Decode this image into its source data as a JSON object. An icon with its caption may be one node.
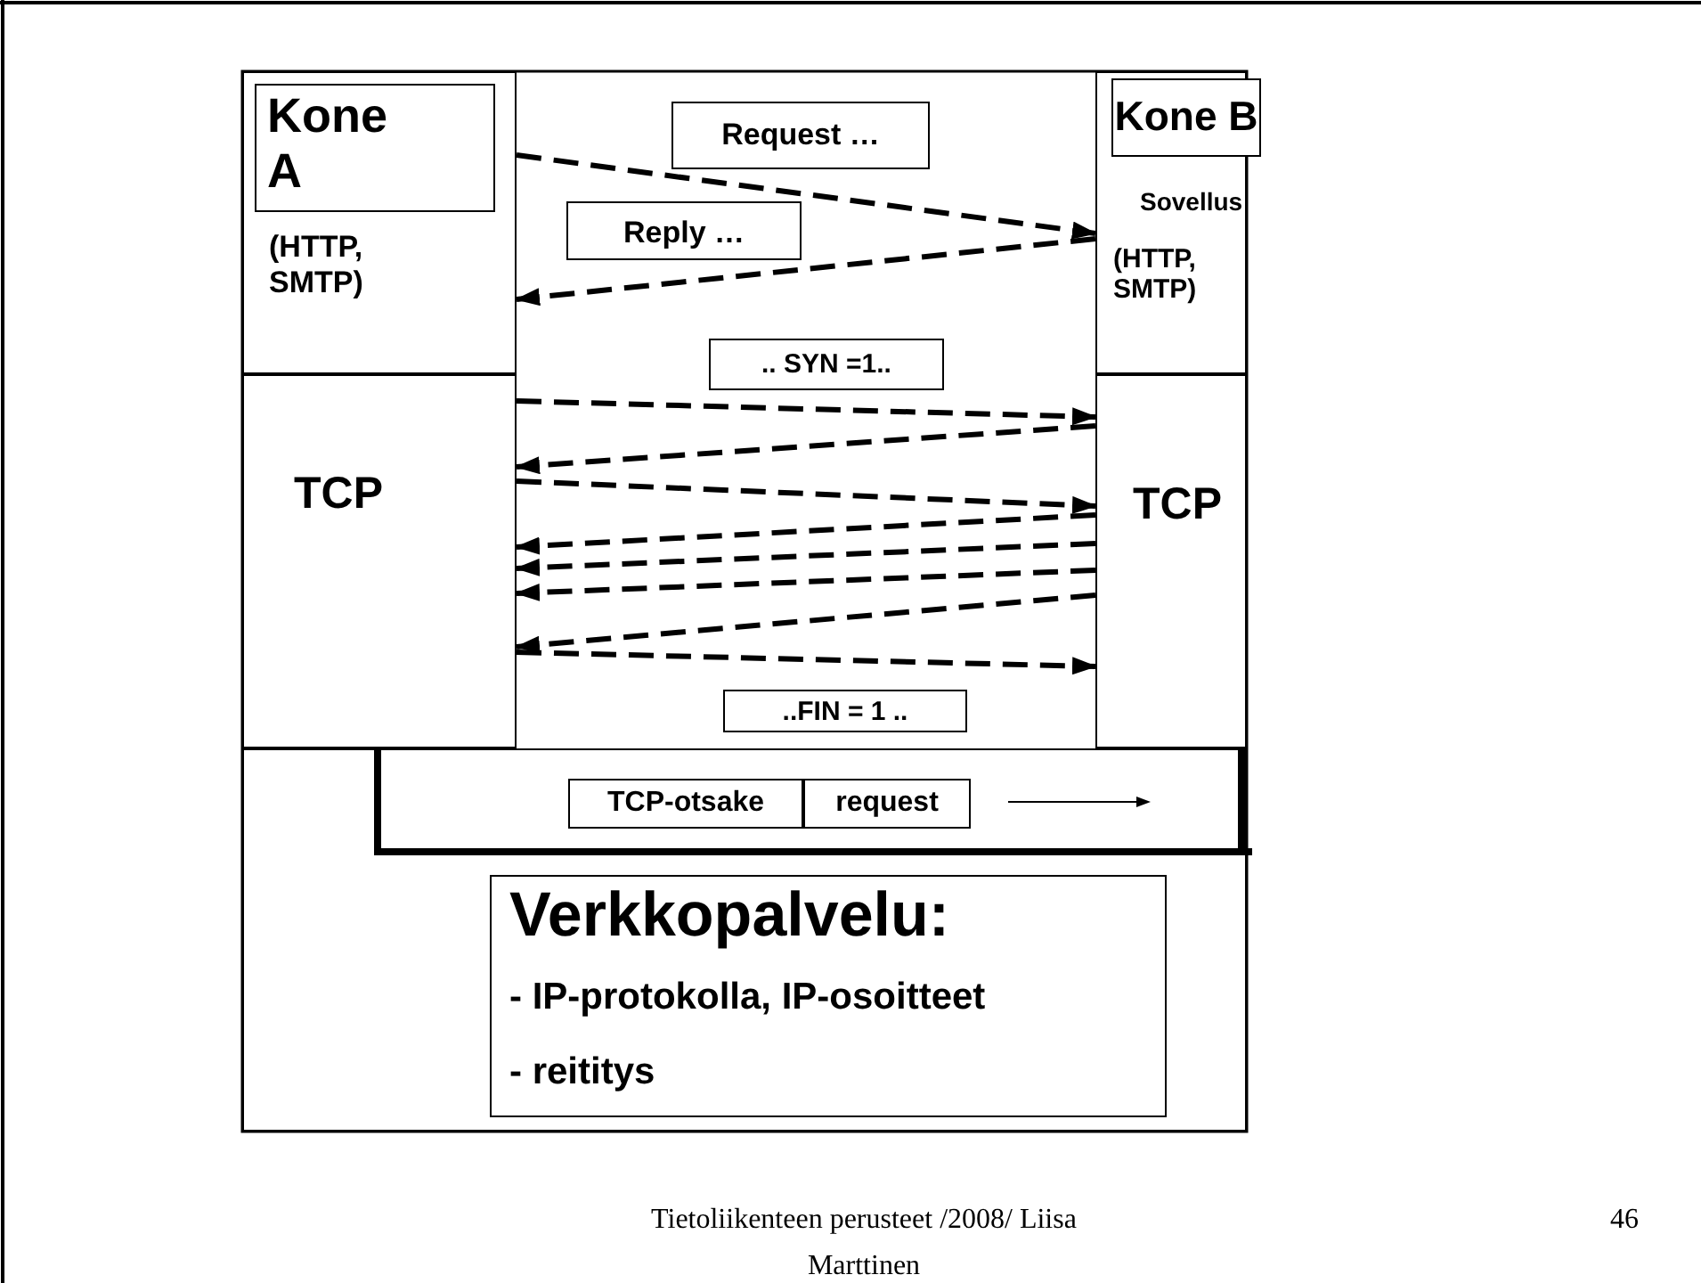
{
  "diagram": {
    "nodes": [
      {
        "text": [
          "(HTTP, SMTP)"
        ]
      },
      {
        "text": [
          "Kone A"
        ],
        "in": 0
      },
      {
        "text": [
          "TCP"
        ]
      },
      {
        "text": [
          "Sovellus",
          "(HTTP, SMTP)"
        ]
      },
      {
        "text": [
          "Kone B"
        ]
      },
      {
        "text": [
          "TCP"
        ]
      },
      {
        "text": [],
        "shape": "box"
      },
      {
        "text": [
          "TCP-otsake"
        ],
        "in": 6
      },
      {
        "text": [
          "request"
        ],
        "in": 6
      },
      {
        "text": [
          "Verkkopalvelu:",
          "- IP-protokolla, IP-osoitteet",
          "- reititys"
        ],
        "in": 6
      },
      {
        "text": [
          "Request …"
        ]
      },
      {
        "text": [
          "Reply …"
        ]
      },
      {
        "text": [
          ".. SYN =1.."
        ]
      },
      {
        "text": [
          "..FIN = 1 .."
        ]
      }
    ],
    "edges": [
      {
        "from": 0,
        "to": 3,
        "arrow": "to",
        "style": "dashed"
      },
      {
        "from": 3,
        "to": 0,
        "arrow": "to",
        "style": "dashed"
      },
      {
        "from": 2,
        "to": 5,
        "arrow": "to",
        "style": "dashed"
      },
      {
        "from": 5,
        "to": 2,
        "arrow": "to",
        "style": "dashed"
      },
      {
        "from": 2,
        "to": 5,
        "arrow": "to",
        "style": "dashed"
      },
      {
        "from": 5,
        "to": 2,
        "arrow": "to",
        "style": "dashed"
      },
      {
        "from": 5,
        "to": 2,
        "arrow": "to",
        "style": "dashed"
      },
      {
        "from": 5,
        "to": 2,
        "arrow": "to",
        "style": "dashed"
      },
      {
        "from": 5,
        "to": 2,
        "arrow": "to",
        "style": "dashed"
      },
      {
        "from": 2,
        "to": 5,
        "arrow": "to",
        "style": "dashed"
      }
    ],
    "labels": [
      "Tietoliikenteen perusteet /2008/ Liisa Marttinen",
      "46"
    ]
  }
}
